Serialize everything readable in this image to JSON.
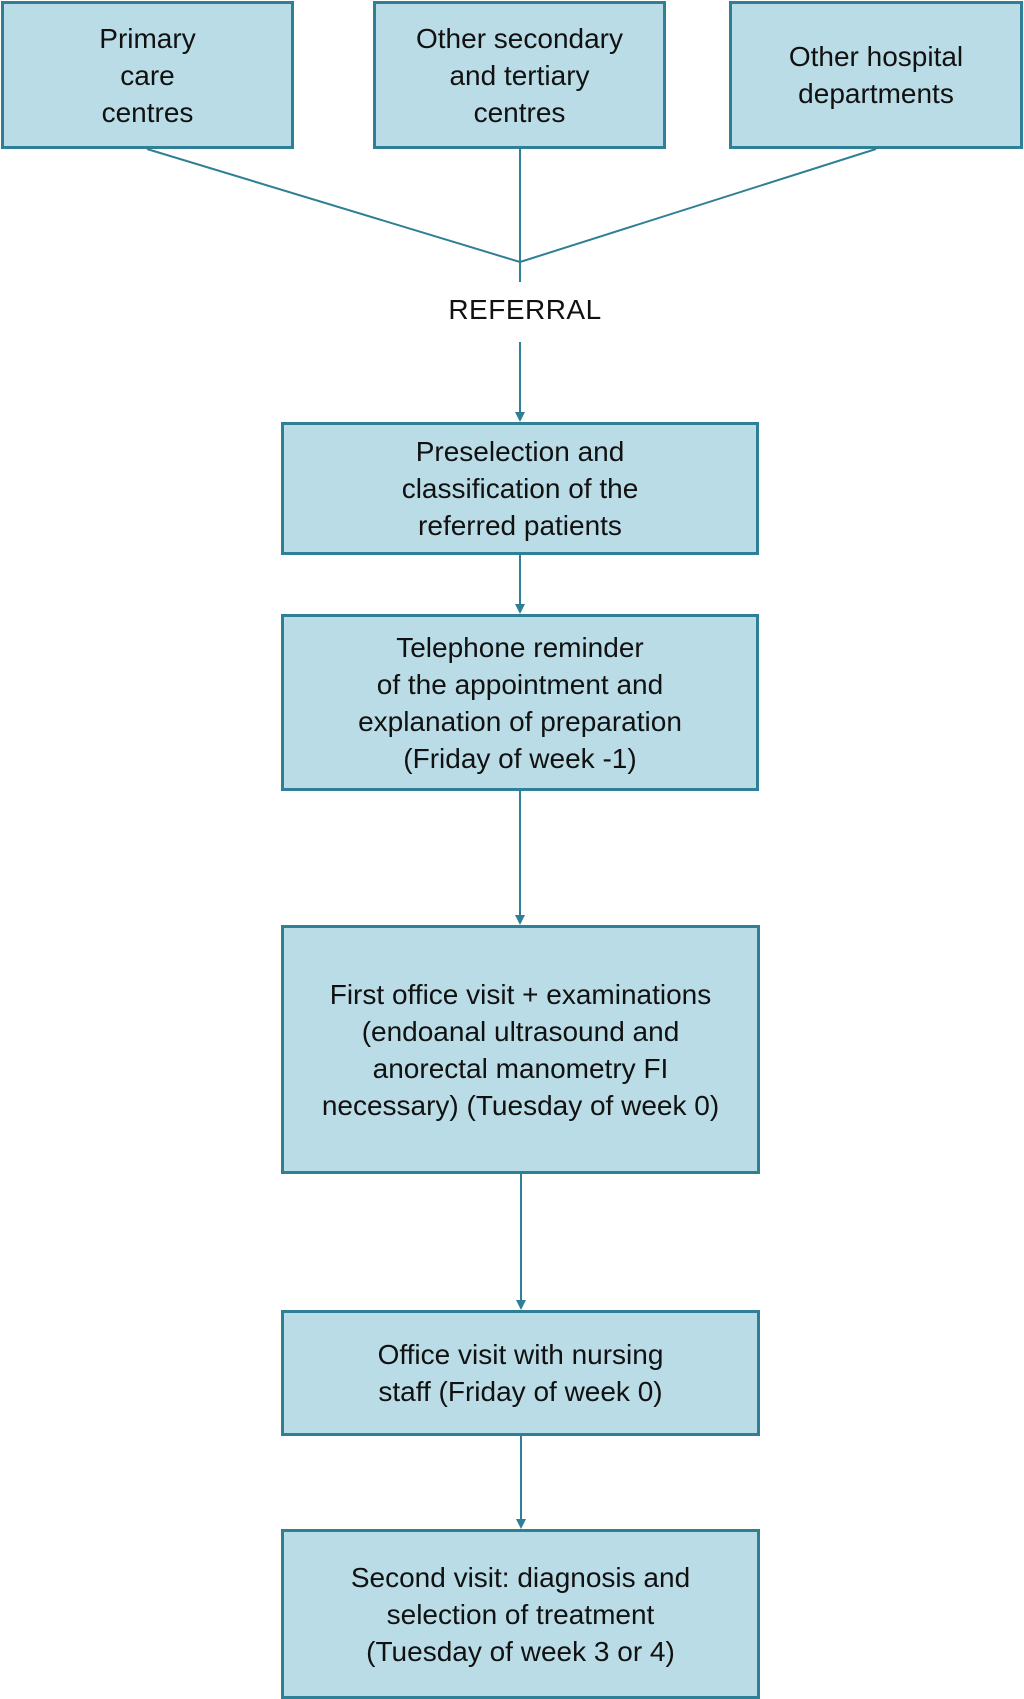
{
  "diagram": {
    "sources": {
      "primary_care": "Primary\ncare\ncentres",
      "other_centres": "Other secondary\nand tertiary\ncentres",
      "hospital_departments": "Other hospital\ndepartments"
    },
    "referral_label": "REFERRAL",
    "steps": {
      "preselection": "Preselection and\nclassification of the\nreferred patients",
      "telephone": "Telephone reminder\nof the appointment and\nexplanation of preparation\n(Friday of week -1)",
      "first_visit": "First office visit + examinations\n(endoanal ultrasound and\nanorectal manometry FI\nnecessary) (Tuesday of week 0)",
      "nursing_visit": "Office visit with nursing\nstaff (Friday of week 0)",
      "second_visit": "Second visit: diagnosis and\nselection of treatment\n(Tuesday of week 3 or 4)"
    },
    "colors": {
      "box_fill": "#b9dce6",
      "box_border": "#2f7f96",
      "connector": "#2f7f96"
    }
  }
}
